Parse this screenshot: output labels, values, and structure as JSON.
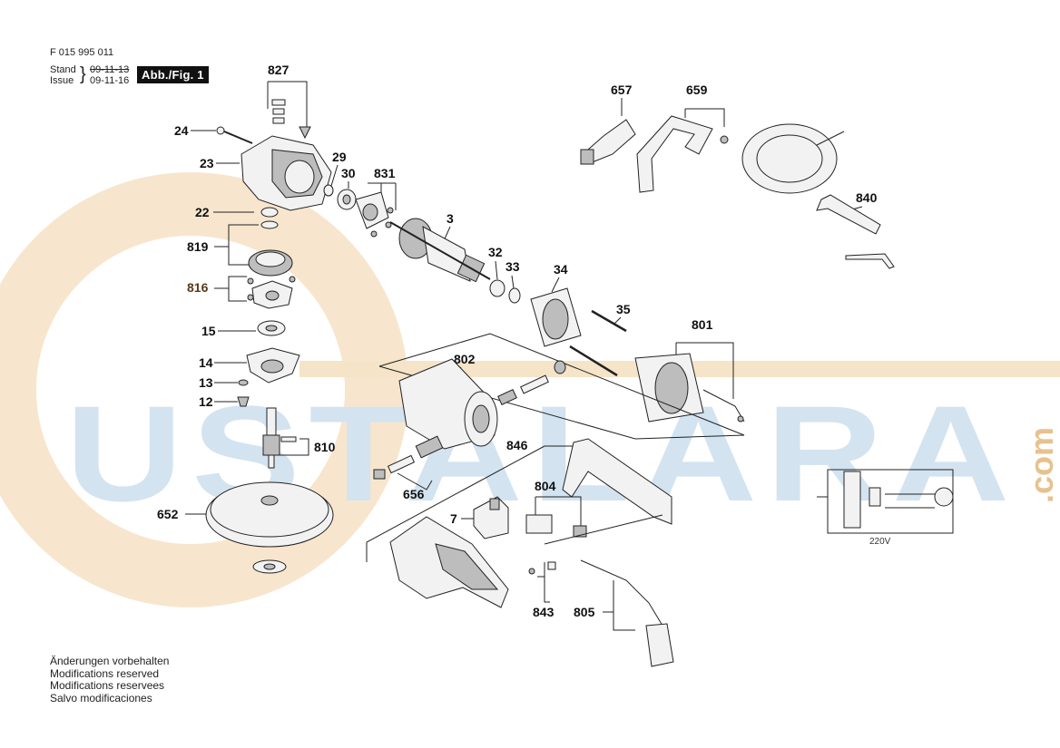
{
  "header": {
    "doc_number": "F 015 995 011",
    "stand_label": "Stand",
    "stand_date": "09-11-13",
    "issue_label": "Issue",
    "issue_date": "09-11-16",
    "figure_badge": "Abb./Fig. 1"
  },
  "footer_notes": [
    "Änderungen vorbehalten",
    "Modifications reserved",
    "Modifications reservees",
    "Salvo modificaciones"
  ],
  "watermark": {
    "text": "USTALARA",
    "suffix": ".com"
  },
  "part_labels": [
    "827",
    "24",
    "23",
    "29",
    "30",
    "831",
    "22",
    "819",
    "816",
    "15",
    "14",
    "13",
    "12",
    "810",
    "652",
    "3",
    "32",
    "33",
    "34",
    "35",
    "801",
    "802",
    "656",
    "657",
    "659",
    "840",
    "846",
    "7",
    "804",
    "843",
    "805"
  ],
  "schematic": {
    "voltage_label": "220V"
  },
  "colors": {
    "watermark_blue": "#cfe0ee",
    "watermark_orange": "#f7e3c7",
    "highlight_label": "#5a3a1a",
    "badge_bg": "#111111"
  }
}
